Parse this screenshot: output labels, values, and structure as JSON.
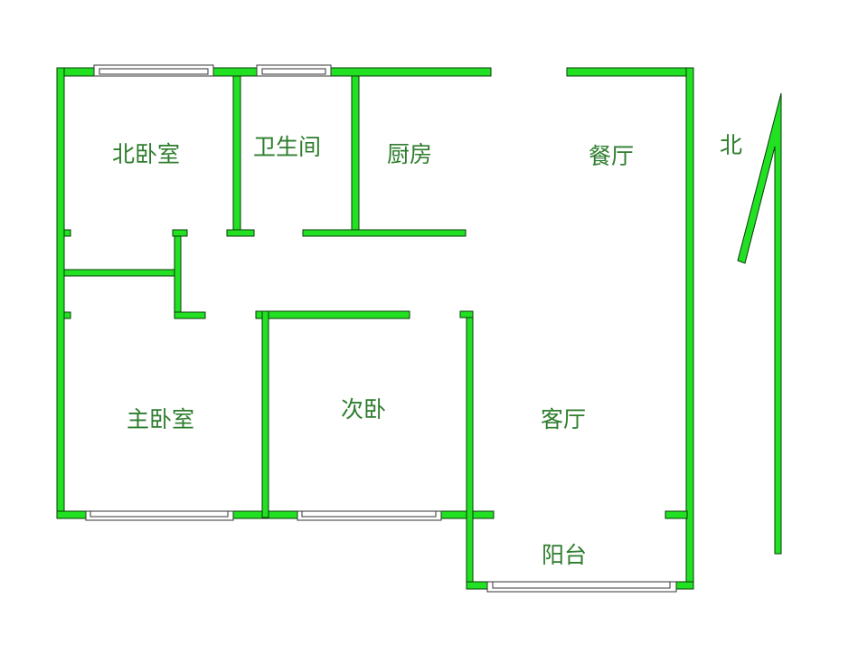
{
  "rooms": {
    "north_bedroom": "北卧室",
    "bathroom": "卫生间",
    "kitchen": "厨房",
    "dining": "餐厅",
    "master_bedroom": "主卧室",
    "second_bedroom": "次卧",
    "living_room": "客厅",
    "balcony": "阳台"
  },
  "compass": {
    "label": "北"
  },
  "colors": {
    "wall": "#22e022",
    "text": "#2e7d2e"
  }
}
